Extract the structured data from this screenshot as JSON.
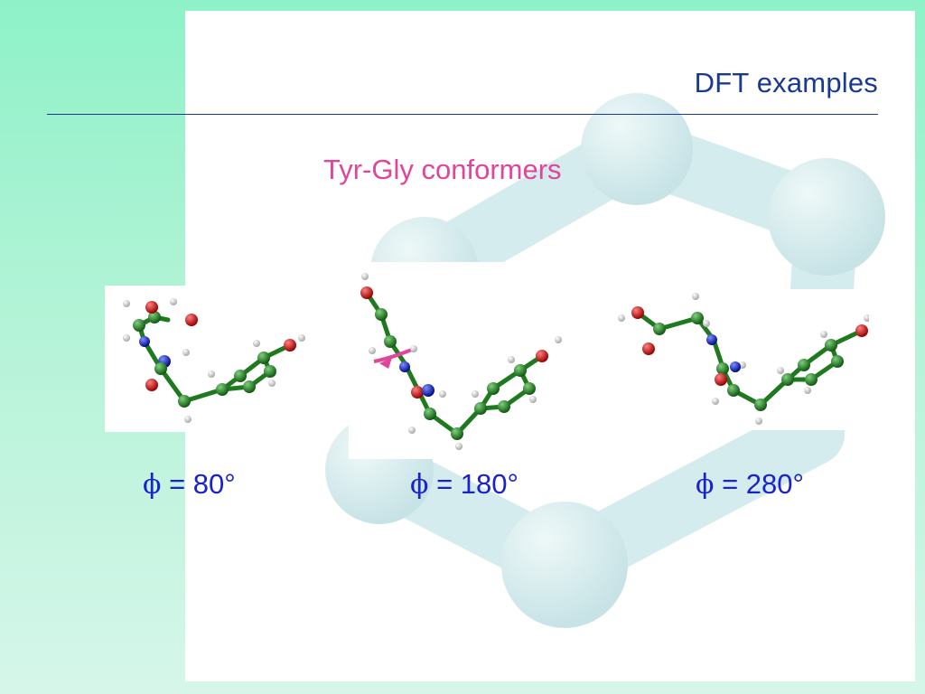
{
  "slide": {
    "title": "DFT examples",
    "subtitle": "Tyr-Gly conformers"
  },
  "conformers": [
    {
      "phi_symbol": "ϕ",
      "label": " = 80°"
    },
    {
      "phi_symbol": "ϕ",
      "label": " = 180°"
    },
    {
      "phi_symbol": "ϕ",
      "label": " = 280°"
    }
  ],
  "colors": {
    "title": "#1a3a8f",
    "subtitle": "#e0459a",
    "phi_label": "#1a22cc",
    "carbon": "#1f7a1f",
    "oxygen": "#cc1111",
    "nitrogen": "#1122bb",
    "hydrogen": "#f2f2f2"
  }
}
